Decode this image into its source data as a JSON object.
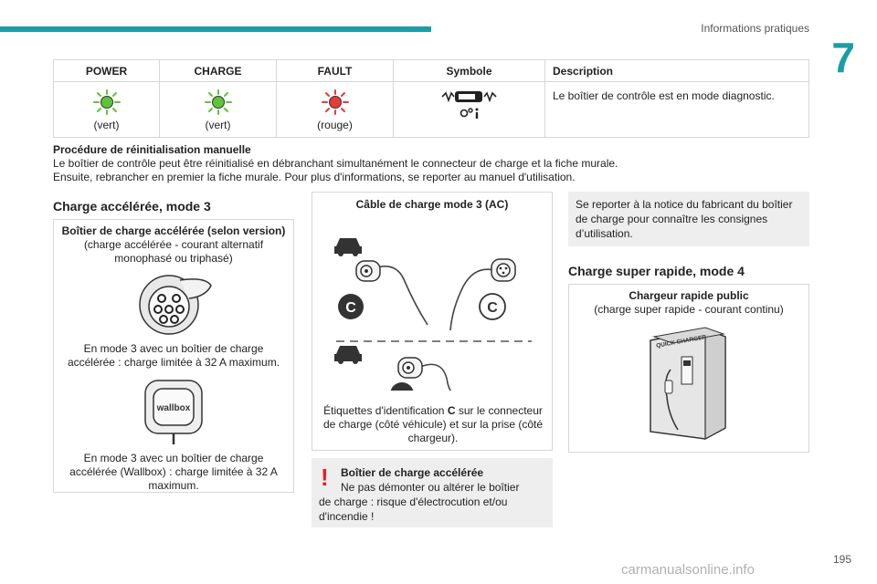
{
  "header": {
    "title": "Informations pratiques",
    "chapter": "7"
  },
  "table": {
    "headers": [
      "POWER",
      "CHARGE",
      "FAULT",
      "Symbole",
      "Description"
    ],
    "row": {
      "power": "(vert)",
      "charge": "(vert)",
      "fault": "(rouge)",
      "description": "Le boîtier de contrôle est en mode diagnostic."
    },
    "colors": {
      "green": "#5ec43a",
      "red": "#e63a3a"
    }
  },
  "procedure": {
    "title": "Procédure de réinitialisation manuelle",
    "line1": "Le boîtier de contrôle peut être réinitialisé en débranchant simultanément le connecteur de charge et la fiche murale.",
    "line2": "Ensuite, rebrancher en premier la fiche murale. Pour plus d'informations, se reporter au manuel d'utilisation."
  },
  "mode3": {
    "title": "Charge accélérée, mode 3",
    "box_title": "Boîtier de charge accélérée (selon version)",
    "box_sub": "(charge accélérée - courant alternatif monophasé ou triphasé)",
    "text1": "En mode 3 avec un boîtier de charge accélérée : charge limitée à 32 A maximum.",
    "text2": "En mode 3 avec un boîtier de charge accélérée (Wallbox) : charge limitée à 32 A maximum.",
    "wallbox_label": "wallbox"
  },
  "cable": {
    "title": "Câble de charge mode 3 (AC)",
    "label_c": "C",
    "caption_pre": "Étiquettes d'identification ",
    "caption_bold": "C",
    "caption_post": " sur le connecteur de charge (côté véhicule) et sur la prise (côté chargeur)."
  },
  "warning": {
    "title": "Boîtier de charge accélérée",
    "line1": "Ne pas démonter ou altérer le boîtier",
    "line2": "de charge : risque d'électrocution et/ou",
    "line3": "d'incendie !"
  },
  "notice": {
    "text": "Se reporter à la notice du fabricant du boîtier de charge pour connaître les consignes d’utilisation."
  },
  "mode4": {
    "title": "Charge super rapide, mode 4",
    "box_title": "Chargeur rapide public",
    "box_sub": "(charge super rapide - courant continu)",
    "charger_label": "QUICK CHARGER"
  },
  "footer": {
    "page": "195",
    "watermark": "carmanualsonline.info"
  }
}
